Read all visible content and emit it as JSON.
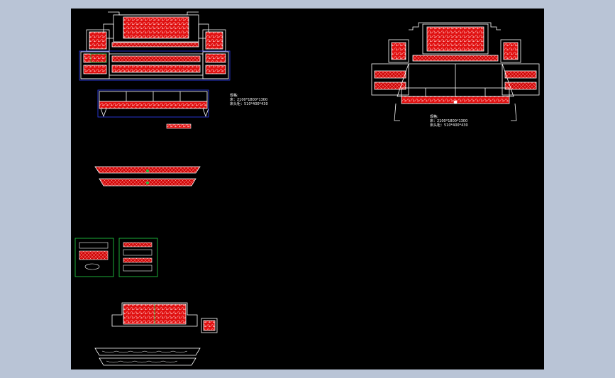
{
  "window": {
    "background": "#b9c4d6",
    "viewport_background": "#000000"
  },
  "colors": {
    "outline": "#ffffff",
    "carving": "#e01010",
    "selection_blue": "#3040ff",
    "selection_green": "#20c040"
  },
  "annotations": {
    "left": {
      "heading": "规格:",
      "line1": "床：2100*1800*1300",
      "line2": "床头柜：510*400*430"
    },
    "right": {
      "heading": "规格:",
      "line1": "床：2100*1800*1300",
      "line2": "床头柜：510*400*430"
    }
  }
}
